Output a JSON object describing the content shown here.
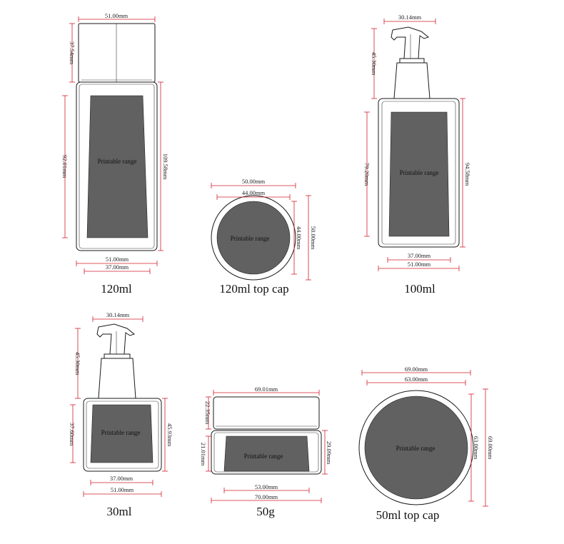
{
  "printable_label": "Printable range",
  "products": [
    {
      "caption": "120ml",
      "dims": {
        "cap_width": "51.00mm",
        "cap_height": "37.54mm",
        "print_height": "92.01mm",
        "body_height": "109.58mm",
        "body_width": "51.00mm",
        "print_width": "37.00mm"
      }
    },
    {
      "caption": "120ml top cap",
      "dims": {
        "outer_width": "50.00mm",
        "inner_width": "44.00mm",
        "inner_height": "44.00mm",
        "outer_height": "50.00mm"
      }
    },
    {
      "caption": "100ml",
      "dims": {
        "pump_width": "30.14mm",
        "pump_height": "45.30mm",
        "print_height": "79.20mm",
        "body_height": "94.58mm",
        "print_width": "37.00mm",
        "body_width": "51.00mm"
      }
    },
    {
      "caption": "30ml",
      "dims": {
        "pump_width": "30.14mm",
        "pump_height": "45.30mm",
        "print_height": "37.60mm",
        "body_height": "45.93mm",
        "print_width": "37.00mm",
        "body_width": "51.00mm"
      }
    },
    {
      "caption": "50g",
      "dims": {
        "cap_width": "69.01mm",
        "cap_height": "22.35mm",
        "print_height": "21.01mm",
        "body_height": "29.09mm",
        "print_width": "53.00mm",
        "body_width": "70.00mm"
      }
    },
    {
      "caption": "50ml top cap",
      "dims": {
        "outer_width": "69.00mm",
        "inner_width": "63.00mm",
        "inner_height": "63.00mm",
        "outer_height": "69.00mm"
      }
    }
  ]
}
